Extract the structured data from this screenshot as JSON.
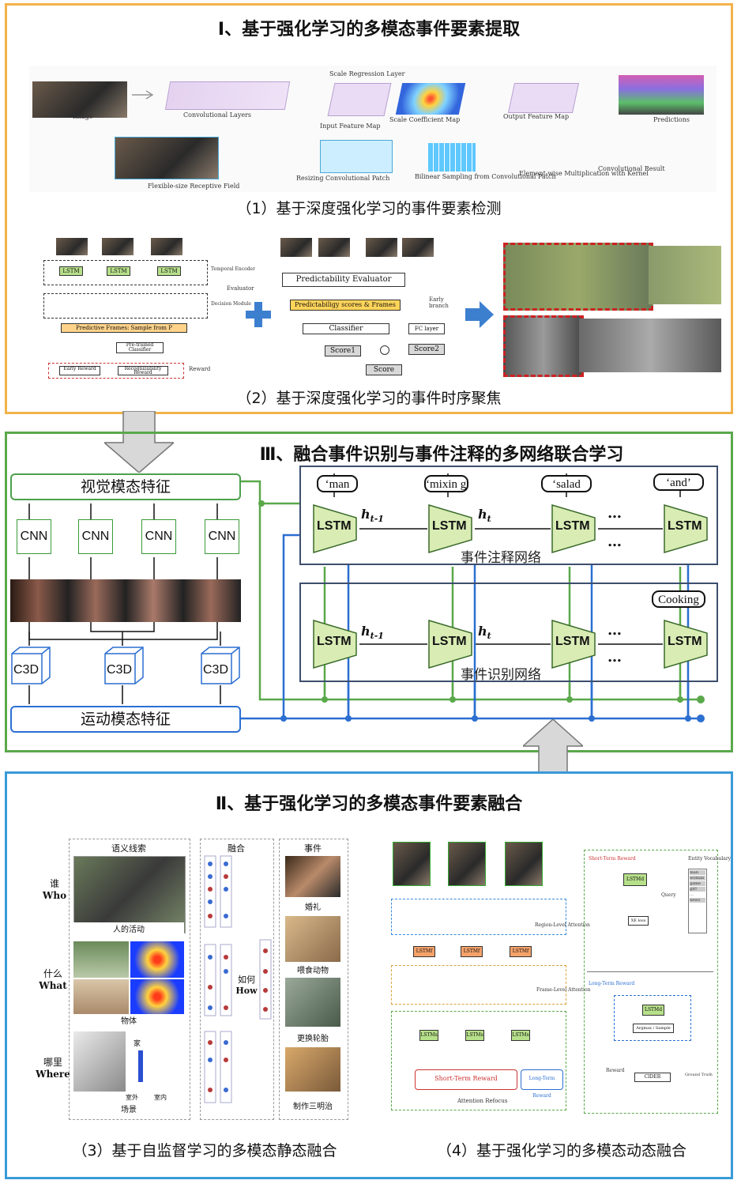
{
  "section1": {
    "title": "Ⅰ、基于强化学习的多模态事件要素提取",
    "sub1": {
      "caption": "（1）基于深度强化学习的事件要素检测",
      "labels": {
        "image": "Image",
        "conv_layers": "Convolutional Layers",
        "scale_regression": "Scale Regression Layer",
        "input_feature_map": "Input Feature Map",
        "scale_coef_map": "Scale Coefficient Map",
        "output_feature_map": "Output Feature Map",
        "predictions": "Predictions",
        "flexible_field": "Flexible-size Receptive Field",
        "resizing_patch": "Resizing Convolutional Patch",
        "bilinear": "Bilinear Sampling from Convolutional Patch",
        "elementwise": "Element-wise Multiplication with Kernel",
        "conv_result": "Convolutional Result"
      }
    },
    "sub2": {
      "caption": "（2）基于深度强化学习的事件时序聚焦",
      "labels": {
        "lstm": "LSTM",
        "temporal_encoder": "Temporal Encoder",
        "evaluator": "Evaluator",
        "decision_module": "Decision Module",
        "predictive_frames": "Predictive Frames: Sample from P",
        "pretrained_classifier": "Pre-trained Classifier",
        "early_reward": "Early Reward",
        "recognizability_reward": "Recognizability Reward",
        "reward": "Reward",
        "predictability_evaluator": "Predictability Evaluator",
        "predictability_scores": "Predictabiligy scores & Frames",
        "early_branch": "Early branch",
        "classifier": "Classifier",
        "fc_layer": "FC layer",
        "score1": "Score1",
        "score2": "Score2",
        "score": "Score"
      }
    }
  },
  "section3": {
    "title": "Ⅲ、融合事件识别与事件注释的多网络联合学习",
    "visual_feature": "视觉模态特征",
    "motion_feature": "运动模态特征",
    "cnn": "CNN",
    "c3d": "C3D",
    "lstm": "LSTM",
    "h_prev": "h",
    "h_prev_sub": "t-1",
    "h_cur": "h",
    "h_cur_sub": "t",
    "ellipsis": "…",
    "annotation_net": "事件注释网络",
    "recognition_net": "事件识别网络",
    "words": [
      "‘man",
      "‘mixin g’",
      "‘salad",
      "‘and’"
    ],
    "recognition_output": "Cooking"
  },
  "section2": {
    "title": "Ⅱ、基于强化学习的多模态事件要素融合",
    "sub3": {
      "caption": "（3）基于自监督学习的多模态静态融合",
      "header_cues": "语义线索",
      "header_fusion": "融合",
      "header_event": "事件",
      "who_cn": "谁",
      "who_en": "Who",
      "what_cn": "什么",
      "what_en": "What",
      "where_cn": "哪里",
      "where_en": "Where",
      "human_activity": "人的活动",
      "object": "物体",
      "scene": "场景",
      "home": "家",
      "indoor": "室内",
      "outdoor": "室外",
      "how_cn": "如何",
      "how_en": "How",
      "events": [
        "婚礼",
        "喂食动物",
        "更换轮胎",
        "制作三明治"
      ]
    },
    "sub4": {
      "caption": "（4）基于强化学习的多模态动态融合",
      "region_attention": "Region-Level Attention",
      "frame_attention": "Frame-Level Attention",
      "short_term_reward": "Short-Term Reward",
      "long_term_reward": "Long-Term Reward",
      "attention_refocus": "Attention Refocus",
      "entity_vocab": "Entity Vocabulary",
      "query": "Query",
      "xe_loss": "XE loss",
      "argmax_sample": "Argmax / Sample",
      "cider": "CIDER",
      "reward": "Reward",
      "ground_truth": "Ground Truth",
      "lstm_f": "LSTMf",
      "lstm_s": "LSTMs",
      "lstm_d": "LSTMd",
      "vocab": [
        "man",
        "woman",
        "game",
        "girl",
        "…",
        "news"
      ]
    }
  }
}
